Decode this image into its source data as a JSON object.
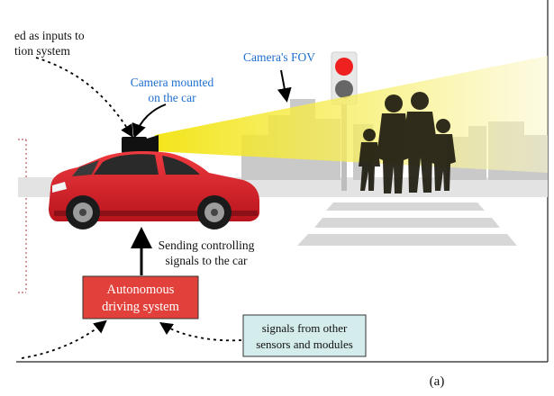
{
  "labels": {
    "inputs_line1": "ed as inputs to",
    "inputs_line2": "tion system",
    "camera_mounted_line1": "Camera mounted",
    "camera_mounted_line2": "on the car",
    "camera_fov": "Camera's FOV",
    "sending_line1": "Sending controlling",
    "sending_line2": "signals to the car",
    "autonomous_line1": "Autonomous",
    "autonomous_line2": "driving system",
    "signals_line1": "signals from other",
    "signals_line2": "sensors and modules",
    "subfigure": "(a)"
  },
  "colors": {
    "blue_text": "#1f6fd1",
    "red_box": "#e2403a",
    "teal_box": "#d4ecec",
    "car": "#d81e2a",
    "fov": "#f4ec5c"
  }
}
